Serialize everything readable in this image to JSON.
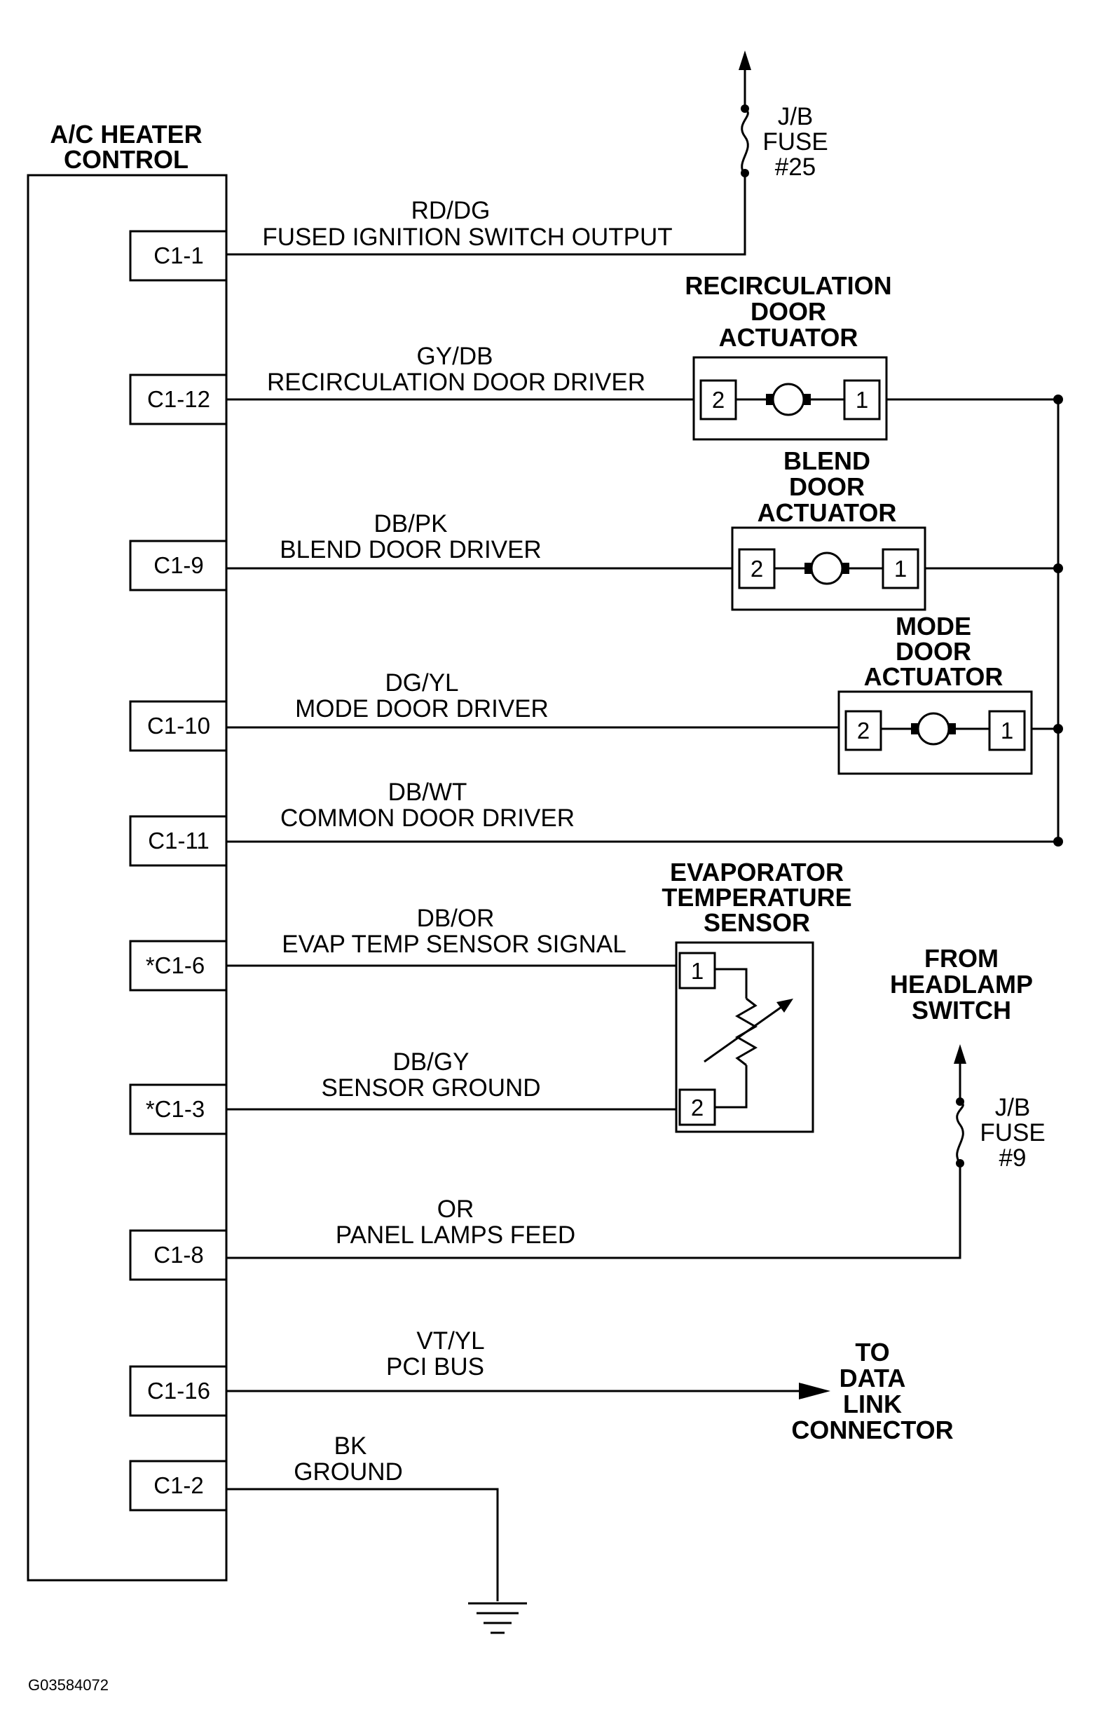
{
  "module": {
    "title_line1": "A/C HEATER",
    "title_line2": "CONTROL"
  },
  "pins": {
    "c1_1": "C1-1",
    "c1_12": "C1-12",
    "c1_9": "C1-9",
    "c1_10": "C1-10",
    "c1_11": "C1-11",
    "c1_6": "*C1-6",
    "c1_3": "*C1-3",
    "c1_8": "C1-8",
    "c1_16": "C1-16",
    "c1_2": "C1-2"
  },
  "circuits": {
    "fused_ign": {
      "color": "RD/DG",
      "label": "FUSED IGNITION SWITCH OUTPUT"
    },
    "recirc": {
      "color": "GY/DB",
      "label": "RECIRCULATION DOOR DRIVER"
    },
    "blend": {
      "color": "DB/PK",
      "label": "BLEND DOOR DRIVER"
    },
    "mode": {
      "color": "DG/YL",
      "label": "MODE DOOR DRIVER"
    },
    "common": {
      "color": "DB/WT",
      "label": "COMMON DOOR DRIVER"
    },
    "evap_signal": {
      "color": "DB/OR",
      "label": "EVAP TEMP SENSOR SIGNAL"
    },
    "sensor_ground": {
      "color": "DB/GY",
      "label": "SENSOR GROUND"
    },
    "panel_lamps": {
      "color": "OR",
      "label": "PANEL LAMPS FEED"
    },
    "pci_bus": {
      "color": "VT/YL",
      "label": "PCI BUS"
    },
    "ground": {
      "color": "BK",
      "label": "GROUND"
    }
  },
  "fuses": {
    "fuse25": {
      "line1": "J/B",
      "line2": "FUSE",
      "line3": "#25"
    },
    "fuse9": {
      "line1": "J/B",
      "line2": "FUSE",
      "line3": "#9"
    }
  },
  "actuators": {
    "recirc": {
      "line1": "RECIRCULATION",
      "line2": "DOOR",
      "line3": "ACTUATOR",
      "pin_left": "2",
      "pin_right": "1"
    },
    "blend": {
      "line1": "BLEND",
      "line2": "DOOR",
      "line3": "ACTUATOR",
      "pin_left": "2",
      "pin_right": "1"
    },
    "mode": {
      "line1": "MODE",
      "line2": "DOOR",
      "line3": "ACTUATOR",
      "pin_left": "2",
      "pin_right": "1"
    }
  },
  "evap_sensor": {
    "line1": "EVAPORATOR",
    "line2": "TEMPERATURE",
    "line3": "SENSOR",
    "pin_top": "1",
    "pin_bottom": "2"
  },
  "headlamp": {
    "line1": "FROM",
    "line2": "HEADLAMP",
    "line3": "SWITCH"
  },
  "data_link": {
    "line1": "TO",
    "line2": "DATA",
    "line3": "LINK",
    "line4": "CONNECTOR"
  },
  "figure_id": "G03584072"
}
